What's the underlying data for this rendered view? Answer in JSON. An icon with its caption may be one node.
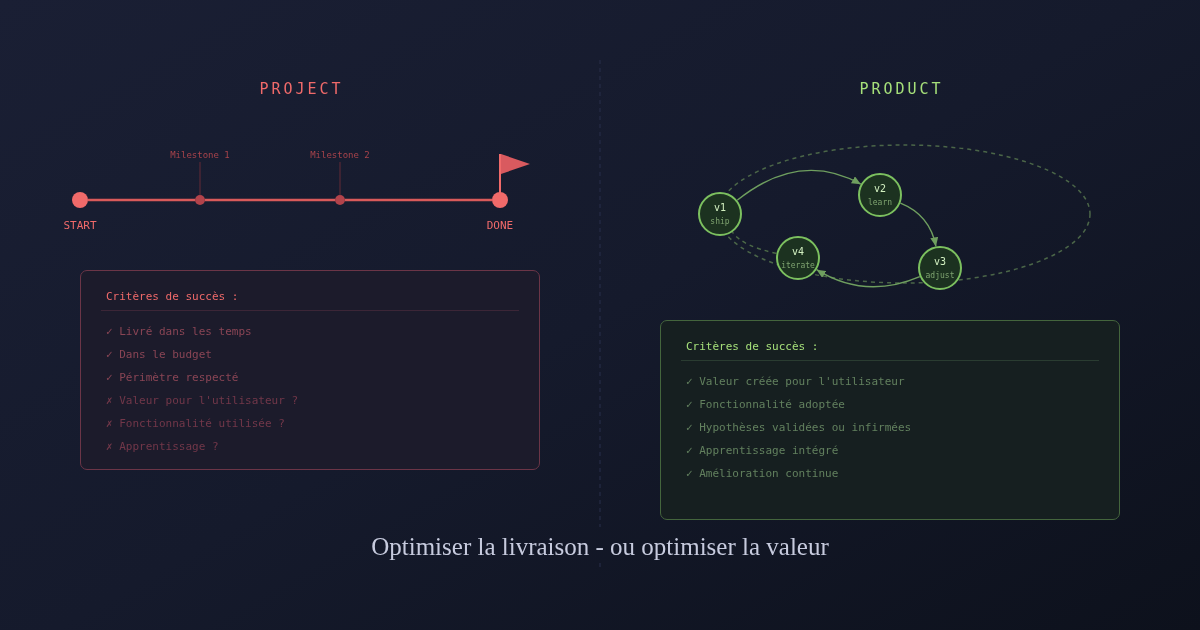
{
  "diagram": {
    "caption": "Optimiser la livraison - ou optimiser la valeur",
    "nodes": [
      {
        "text": [
          "Milestone 1"
        ]
      },
      {
        "text": [
          "Milestone 2"
        ]
      },
      {
        "text": [],
        "shape": "circle",
        "beside": [
          "START"
        ]
      },
      {
        "text": [],
        "shape": "circle"
      },
      {
        "text": [],
        "shape": "circle"
      },
      {
        "text": [],
        "shape": "circle",
        "beside": [
          "DONE"
        ]
      },
      {
        "text": [
          "Critères de succès :",
          "✓ Livré dans les temps",
          "✓ Dans le budget",
          "✓ Périmètre respecté",
          "✗ Valeur pour l'utilisateur ?",
          "✗ Fonctionnalité utilisée ?",
          "✗ Apprentissage ?"
        ]
      },
      {
        "text": [
          "v1",
          "ship"
        ]
      },
      {
        "text": [
          "v2",
          "learn"
        ]
      },
      {
        "text": [
          "v3",
          "adjust"
        ]
      },
      {
        "text": [
          "v4",
          "iterate"
        ]
      },
      {
        "text": [
          "Critères de succès :",
          "✓ Valeur créée pour l'utilisateur",
          "✓ Fonctionnalité adoptée",
          "✓ Hypothèses validées ou infirmées",
          "✓ Apprentissage intégré",
          "✓ Amélioration continue"
        ]
      }
    ],
    "edges": [
      {
        "from": 2,
        "to": 3,
        "arrow": "none",
        "color": "#d95a5a"
      },
      {
        "from": 3,
        "to": 4,
        "arrow": "none",
        "color": "#d95a5a"
      },
      {
        "from": 4,
        "to": 5,
        "arrow": "none",
        "color": "#d95a5a"
      },
      {
        "from": 0,
        "to": 3,
        "arrow": "none",
        "color": "#4b2634"
      },
      {
        "from": 1,
        "to": 4,
        "arrow": "none",
        "color": "#4b2634"
      },
      {
        "from": 7,
        "to": 8,
        "arrow": "to",
        "color": "#6f9f5f"
      },
      {
        "from": 8,
        "to": 9,
        "arrow": "to",
        "color": "#6f9f5f"
      },
      {
        "from": 9,
        "to": 10,
        "arrow": "to",
        "color": "#6f9f5f"
      },
      {
        "from": 10,
        "to": 7,
        "arrow": "none",
        "style": "dashed",
        "color": "#4d6b47"
      }
    ],
    "labels": [
      "PROJECT",
      "PRODUCT"
    ]
  }
}
